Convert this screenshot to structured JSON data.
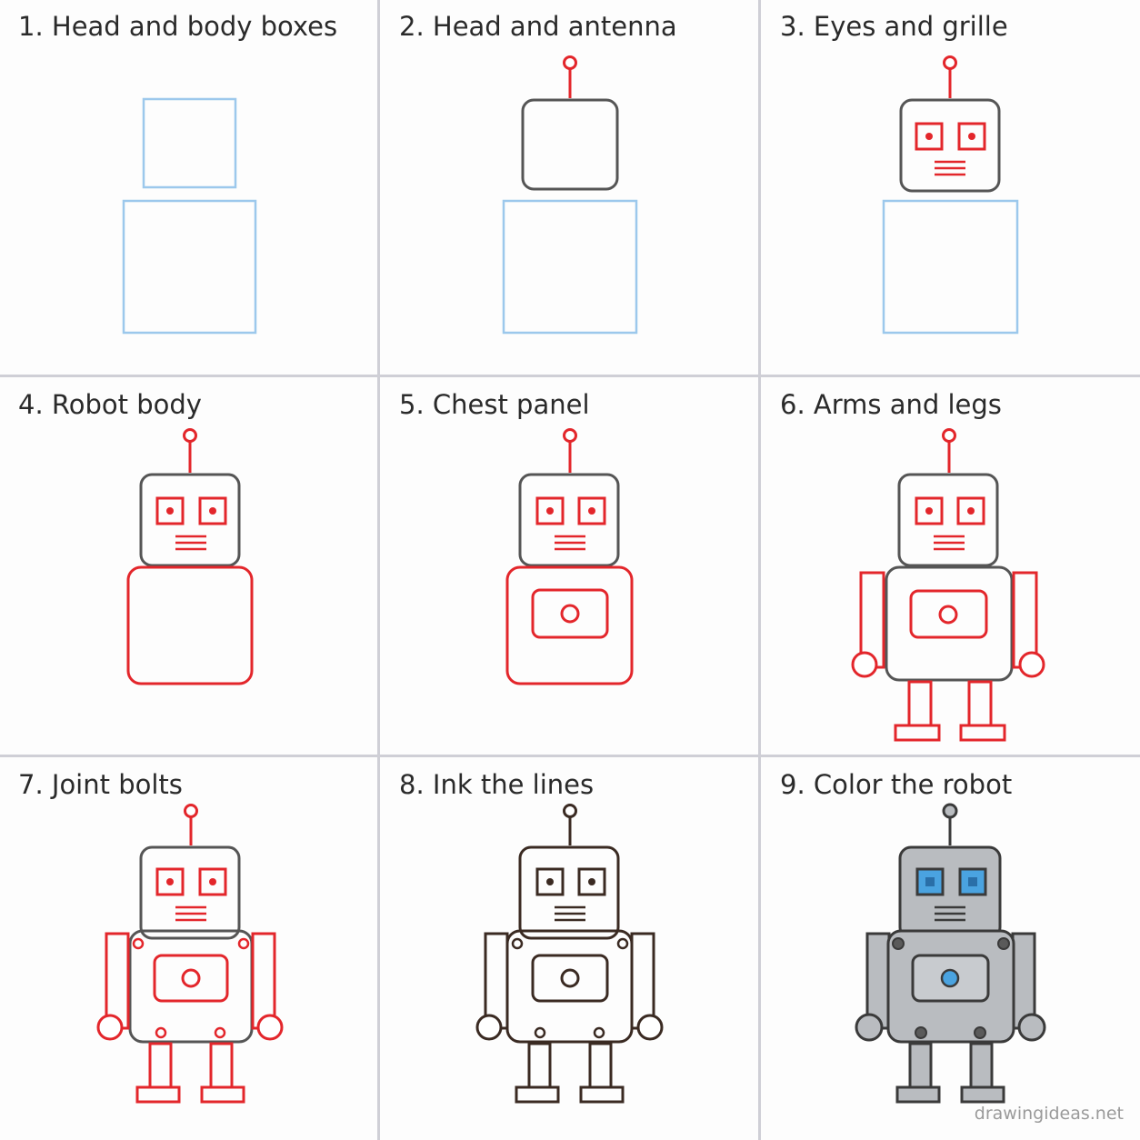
{
  "steps": [
    {
      "number": "1.",
      "title": "Head and body boxes"
    },
    {
      "number": "2.",
      "title": "Head and antenna"
    },
    {
      "number": "3.",
      "title": "Eyes and grille"
    },
    {
      "number": "4.",
      "title": "Robot body"
    },
    {
      "number": "5.",
      "title": "Chest panel"
    },
    {
      "number": "6.",
      "title": "Arms and legs"
    },
    {
      "number": "7.",
      "title": "Joint bolts"
    },
    {
      "number": "8.",
      "title": "Ink the lines"
    },
    {
      "number": "9.",
      "title": "Color the robot"
    }
  ],
  "watermark": "drawingideas.net",
  "colors": {
    "guide": "#9cc8ec",
    "new_stroke": "#e3262b",
    "done_stroke": "#555555",
    "ink": "#3a2a22",
    "fill_gray": "#b9bcc0",
    "eye_blue": "#4aa3e0",
    "bolt_dark": "#5a5a5a"
  }
}
